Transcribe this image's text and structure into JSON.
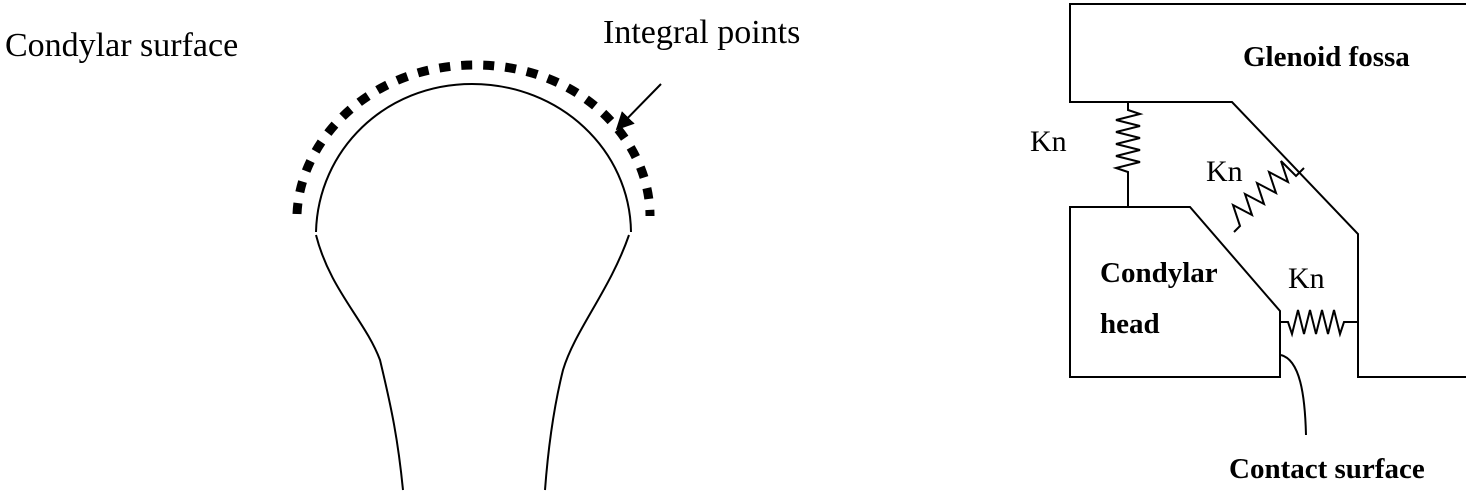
{
  "left_figure": {
    "surface_label": "Condylar surface",
    "points_label": "Integral points"
  },
  "right_figure": {
    "fossa_label": "Glenoid fossa",
    "head_label_line1": "Condylar",
    "head_label_line2": "head",
    "spring_label": "Kn",
    "contact_label": "Contact surface"
  }
}
